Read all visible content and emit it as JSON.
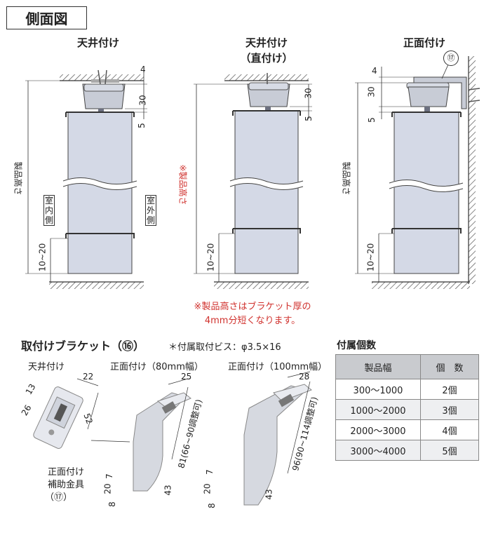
{
  "header": {
    "title": "側面図"
  },
  "views": [
    {
      "title_line1": "天井付け",
      "title_line2": "",
      "height_label": "製品高さ",
      "room_in": "室内側",
      "room_out": "室外側"
    },
    {
      "title_line1": "天井付け",
      "title_line2": "（直付け）",
      "height_label": "※製品高さ"
    },
    {
      "title_line1": "正面付け",
      "title_line2": "",
      "height_label": "製品高さ",
      "part_no": "⑰"
    }
  ],
  "dims": {
    "d4": "4",
    "d30": "30",
    "d5": "5",
    "d10_20": "10~20"
  },
  "note": {
    "line1": "※製品高さはブラケット厚の",
    "line2": "4mm分短くなります。"
  },
  "bracket": {
    "title": "取付けブラケット（⑯）",
    "screw_note": "＊付属取付ビス：φ3.5×16",
    "ceiling": {
      "label": "天井付け",
      "d22": "22",
      "d13": "13",
      "d26": "26",
      "d52": "52"
    },
    "front80": {
      "label": "正面付け（80mm幅）",
      "d25": "25",
      "d81": "81(66~90調整可)",
      "d7": "7",
      "d20": "20",
      "d8": "8",
      "d43": "43"
    },
    "front100": {
      "label": "正面付け（100mm幅）",
      "d28": "28",
      "d96": "96(90~114調整可)",
      "d7": "7",
      "d20": "20",
      "d8": "8",
      "d43": "43"
    },
    "aux": {
      "line1": "正面付け",
      "line2": "補助金具",
      "line3": "（⑰）"
    }
  },
  "accessory": {
    "title": "付属個数",
    "headers": [
      "製品幅",
      "個　数"
    ],
    "rows": [
      [
        "300～1000",
        "2個"
      ],
      [
        "1000～2000",
        "3個"
      ],
      [
        "2000～3000",
        "4個"
      ],
      [
        "3000～4000",
        "5個"
      ]
    ]
  },
  "colors": {
    "accent": "#d0312d",
    "panel": "#d4d9e6",
    "header_gray": "#c9cbcf"
  }
}
